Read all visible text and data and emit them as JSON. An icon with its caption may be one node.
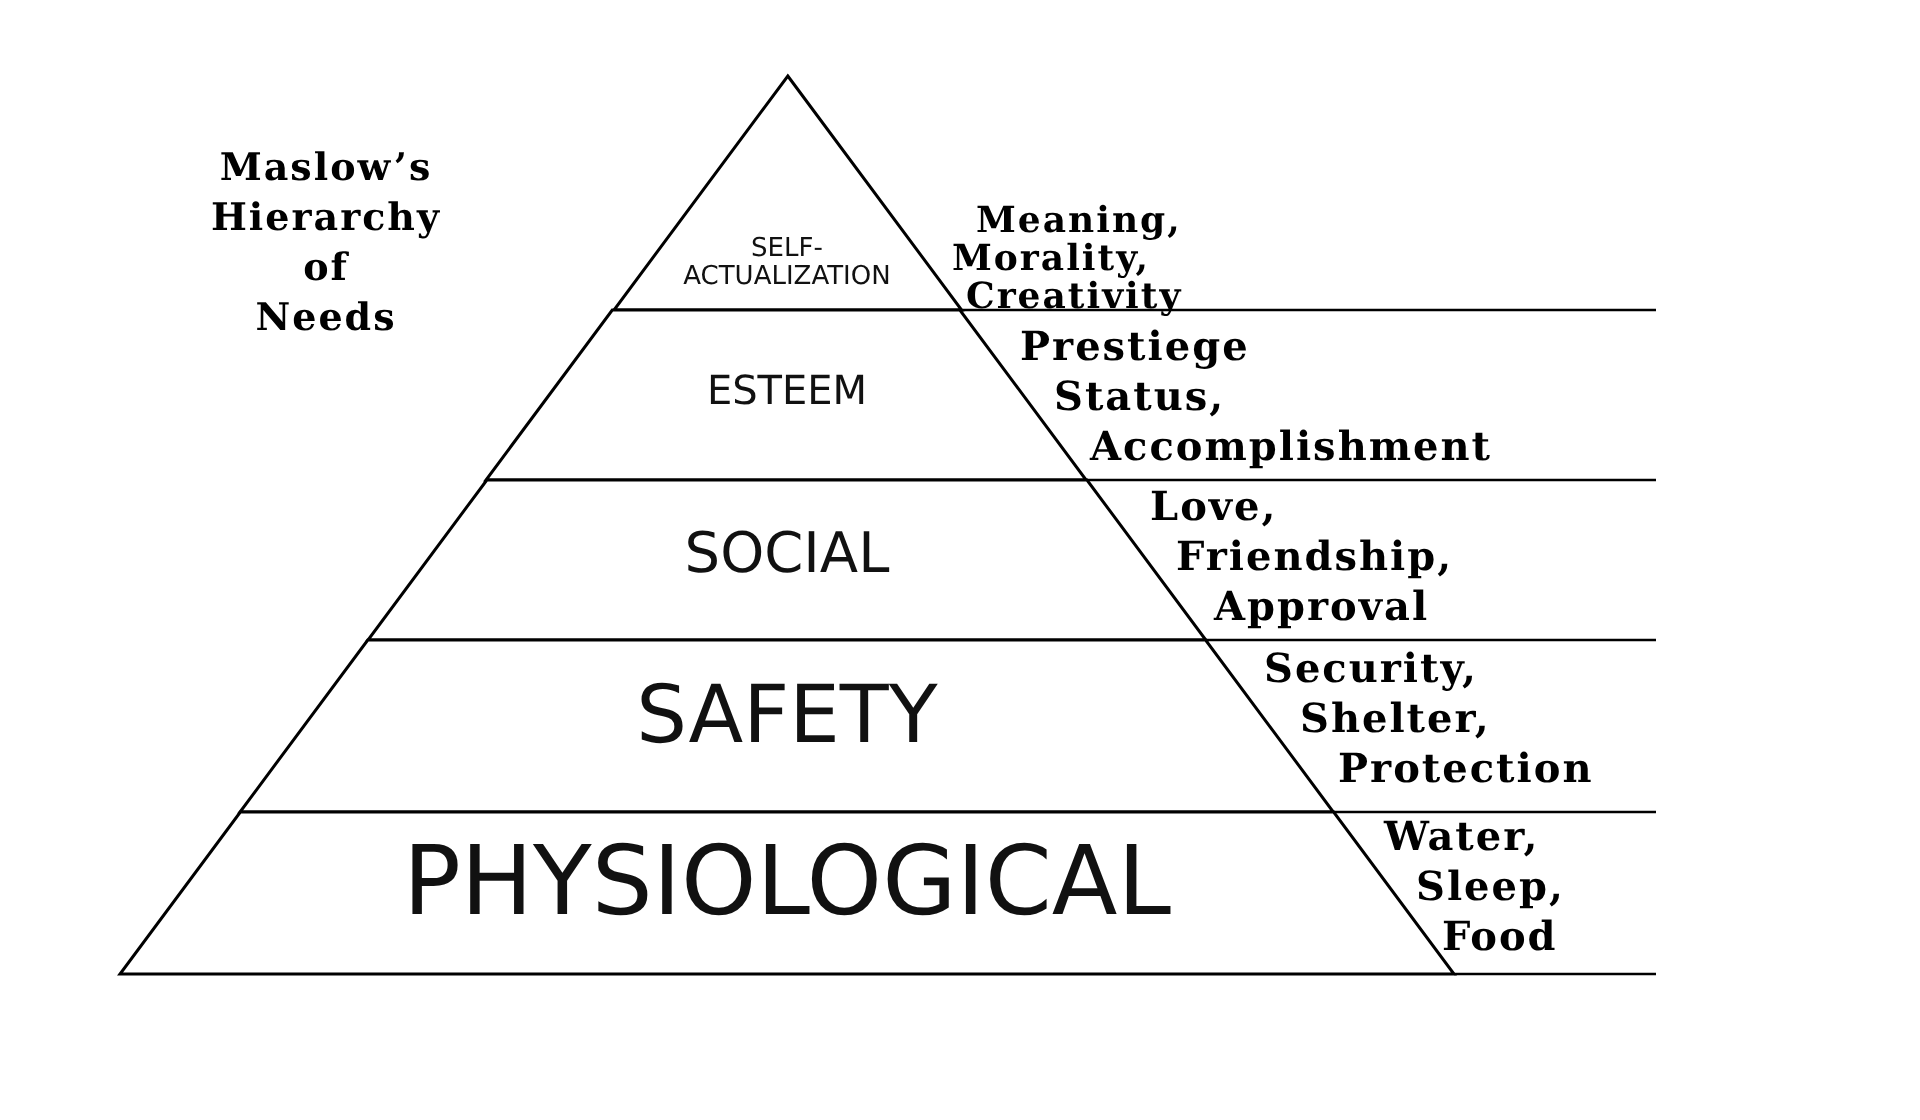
{
  "diagram": {
    "title": "Maslow’s Hierarchy of Needs",
    "nodes": [
      {
        "text": [
          "SELF-ACTUALIZATION"
        ],
        "beside": [
          "Meaning, Morality, Creativity"
        ]
      },
      {
        "text": [
          "ESTEEM"
        ],
        "beside": [
          "Prestiege Status, Accomplishment"
        ]
      },
      {
        "text": [
          "SOCIAL"
        ],
        "beside": [
          "Love, Friendship, Approval"
        ]
      },
      {
        "text": [
          "SAFETY"
        ],
        "beside": [
          "Security, Shelter, Protection"
        ]
      },
      {
        "text": [
          "PHYSIOLOGICAL"
        ],
        "beside": [
          "Water, Sleep, Food"
        ]
      }
    ]
  }
}
